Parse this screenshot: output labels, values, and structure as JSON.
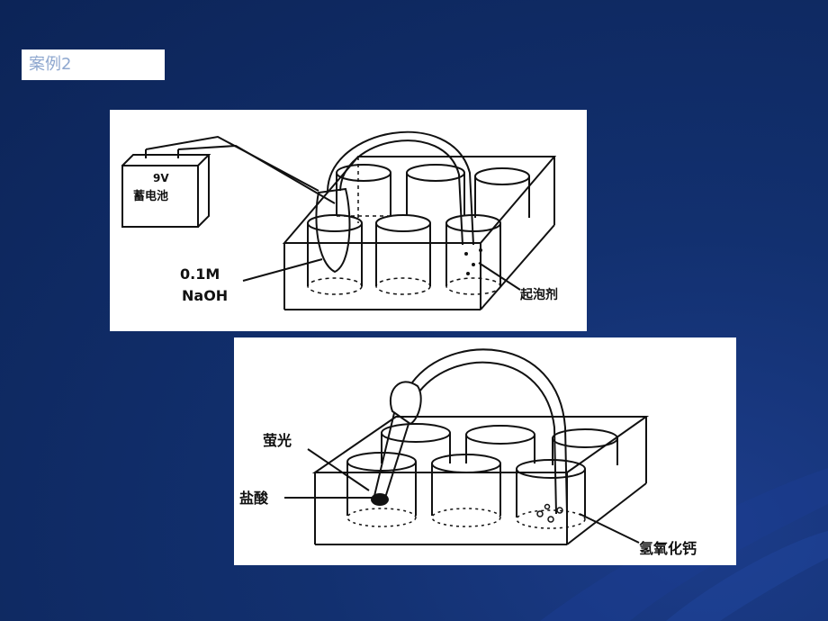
{
  "slide": {
    "title": "案例2"
  },
  "diagram1": {
    "battery_voltage": "9V",
    "battery_label": "蓄电池",
    "solution_line1": "0.1M",
    "solution_line2": "NaOH",
    "foam_label": "起泡剂"
  },
  "diagram2": {
    "fluorescence_label": "萤光",
    "acid_label": "盐酸",
    "compound_label": "氢氧化钙"
  }
}
